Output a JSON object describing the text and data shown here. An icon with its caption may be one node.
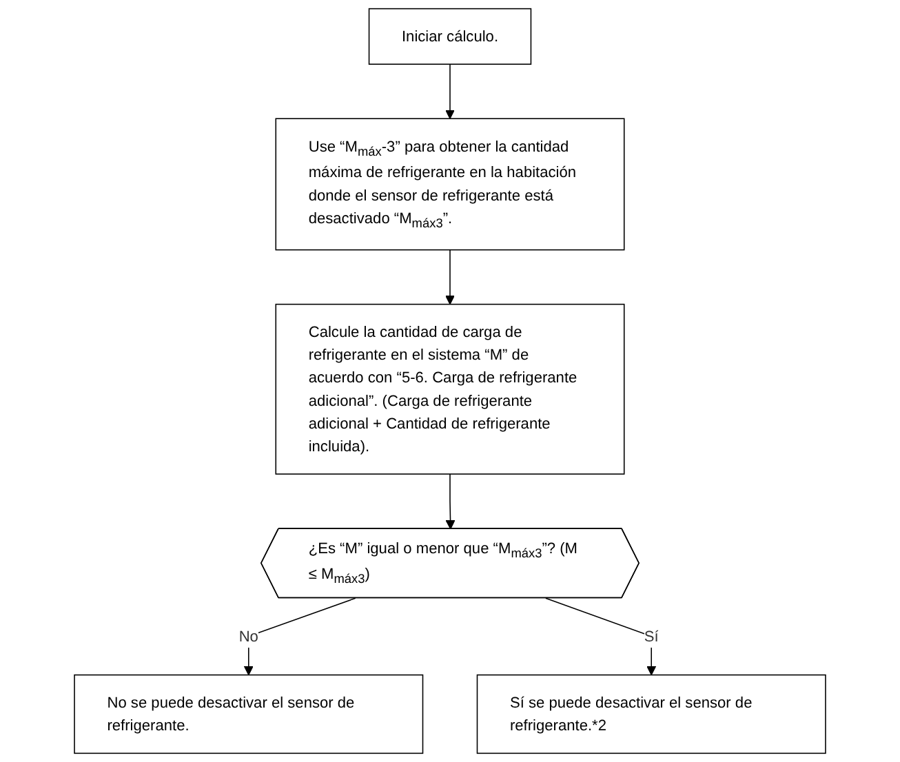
{
  "diagram": {
    "nodes": [
      {
        "text": [
          "Iniciar cálculo."
        ]
      },
      {
        "text": [
          "Use “M$_{máx}$-3” para obtener la cantidad máxima de refrigerante en la habitación donde el sensor de refrigerante está desactivado “M$_{máx3}$”."
        ]
      },
      {
        "text": [
          "Calcule la cantidad de carga de refrigerante en el sistema “M” de acuerdo con “5-6. Carga de refrigerante adicional”. (Carga de refrigerante adicional + Cantidad de refrigerante incluida)."
        ]
      },
      {
        "text": [
          "¿Es “M” igual o menor que “M$_{máx3}$”? (M ≤ M$_{máx3}$)"
        ]
      },
      {
        "text": [
          "No se puede desactivar el sensor de refrigerante."
        ]
      },
      {
        "text": [
          "Sí se puede desactivar el sensor de refrigerante.*2"
        ]
      }
    ],
    "edges": [
      {
        "from": 0,
        "to": 1,
        "arrow": "to"
      },
      {
        "from": 1,
        "to": 2,
        "arrow": "to"
      },
      {
        "from": 2,
        "to": 3,
        "arrow": "to"
      },
      {
        "from": 3,
        "to": 4,
        "arrow": "to",
        "label": "No"
      },
      {
        "from": 3,
        "to": 5,
        "arrow": "to",
        "label": "Sí"
      }
    ]
  }
}
